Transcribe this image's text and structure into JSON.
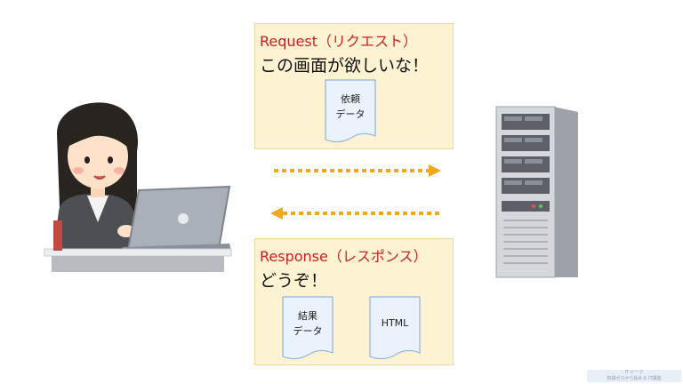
{
  "request": {
    "title": "Request（リクエスト）",
    "message": "この画面が欲しいな！",
    "document": {
      "label": "依頼\nデータ"
    }
  },
  "response": {
    "title": "Response（レスポンス）",
    "message": "どうぞ！",
    "documents": [
      {
        "label": "結果\nデータ"
      },
      {
        "label": "HTML"
      }
    ]
  },
  "colors": {
    "box_fill": "#fdf3d2",
    "title_red": "#cc2020",
    "arrow_orange": "#f2a81d",
    "doc_fill": "#eaf2fb",
    "doc_stroke": "#8fb3d8"
  },
  "watermark": {
    "line1": "IT ビーク",
    "line2": "知識ゼロから始める IT講座"
  }
}
